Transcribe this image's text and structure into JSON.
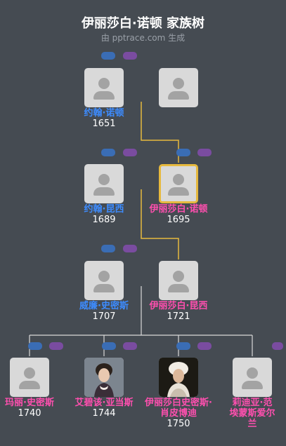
{
  "header": {
    "title": "伊丽莎白·诺顿 家族树",
    "subtitle": "由 pptrace.com 生成"
  },
  "colors": {
    "background": "#454b52",
    "male": "#3d8cff",
    "female": "#ff4faf",
    "focus_line": "#e6b93e",
    "line": "#d9d9d9"
  },
  "people": {
    "g1_husband": {
      "name": "约翰·诺顿",
      "year": "1651",
      "gender": "male"
    },
    "g1_wife": {
      "name": "",
      "year": "",
      "gender": "unknown"
    },
    "g2_husband": {
      "name": "约翰·昆西",
      "year": "1689",
      "gender": "male"
    },
    "g2_wife": {
      "name": "伊丽莎白·诺顿",
      "year": "1695",
      "gender": "female",
      "focus": true
    },
    "g3_husband": {
      "name": "威廉·史密斯",
      "year": "1707",
      "gender": "male"
    },
    "g3_wife": {
      "name": "伊丽莎白·昆西",
      "year": "1721",
      "gender": "female"
    },
    "child1": {
      "name": "玛丽·史密斯",
      "year": "1740",
      "gender": "female"
    },
    "child2": {
      "name": "艾碧该·亚当斯",
      "year": "1744",
      "gender": "female"
    },
    "child3": {
      "name": "伊丽莎白史密斯·肖皮博迪",
      "year": "1750",
      "gender": "female"
    },
    "child4": {
      "name": "莉迪亚·范埃蒙斯爱尔兰",
      "year": "",
      "gender": "female"
    }
  },
  "icons": [
    "person-placeholder-icon",
    "portrait-photo",
    "expand-badge-icon"
  ]
}
